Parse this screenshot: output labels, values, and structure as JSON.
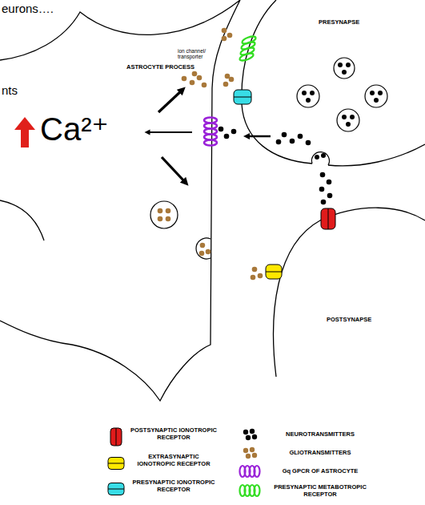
{
  "diagram": {
    "labels": [
      "eurons….",
      "nts",
      "ASTROCYTE PROCESS",
      "ion channel/ transporter",
      "Ca²⁺",
      "PRESYNAPSE",
      "POSTSYNAPSE"
    ],
    "legend": [
      {
        "text": "POSTSYNAPTIC IONOTROPIC RECEPTOR"
      },
      {
        "text": "EXTRASYNAPTIC IONOTROPIC RECEPTOR"
      },
      {
        "text": "PRESYNAPTIC IONOTROPIC RECEPTOR"
      },
      {
        "text": "NEUROTRANSMITTERS"
      },
      {
        "text": "GLIOTRANSMITTERS"
      },
      {
        "text": "Gq GPCR OF ASTROCYTE"
      },
      {
        "text": "PRESYNAPTIC METABOTROPIC RECEPTOR"
      }
    ]
  }
}
